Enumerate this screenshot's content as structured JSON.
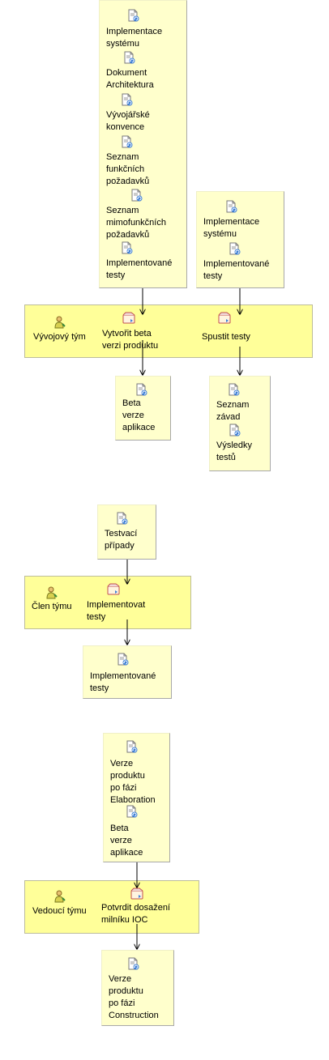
{
  "diagram1": {
    "inputs_a": [
      "Implementace\nsystému",
      "Dokument\nArchitektura",
      "Vývojářské\nkonvence",
      "Seznam\nfunkčních\npožadavků",
      "Seznam\nmimofunkčních\npožadavků",
      "Implementované\ntesty"
    ],
    "inputs_b": [
      "Implementace\nsystému",
      "Implementované\ntesty"
    ],
    "role": "Vývojový tým",
    "task_a": "Vytvořit beta\nverzi produktu",
    "task_b": "Spustit testy",
    "output_a": [
      "Beta\nverze\naplikace"
    ],
    "output_b": [
      "Seznam\nzávad",
      "Výsledky\ntestů"
    ]
  },
  "diagram2": {
    "inputs": [
      "Testvací\npřípady"
    ],
    "role": "Člen týmu",
    "task": "Implementovat\ntesty",
    "outputs": [
      "Implementované\ntesty"
    ]
  },
  "diagram3": {
    "inputs": [
      "Verze\nproduktu\npo fázi\nElaboration",
      "Beta\nverze\naplikace"
    ],
    "role": "Vedoucí týmu",
    "task": "Potvrdit dosažení\nmilníku IOC",
    "outputs": [
      "Verze\nproduktu\npo fázi\nConstruction"
    ]
  },
  "icons": {
    "artifact": "document-refresh-icon",
    "role": "person-icon",
    "task": "task-card-icon"
  },
  "colors": {
    "artifact_box": "#ffffcc",
    "lane": "#ffff99",
    "arrow": "#000000"
  }
}
